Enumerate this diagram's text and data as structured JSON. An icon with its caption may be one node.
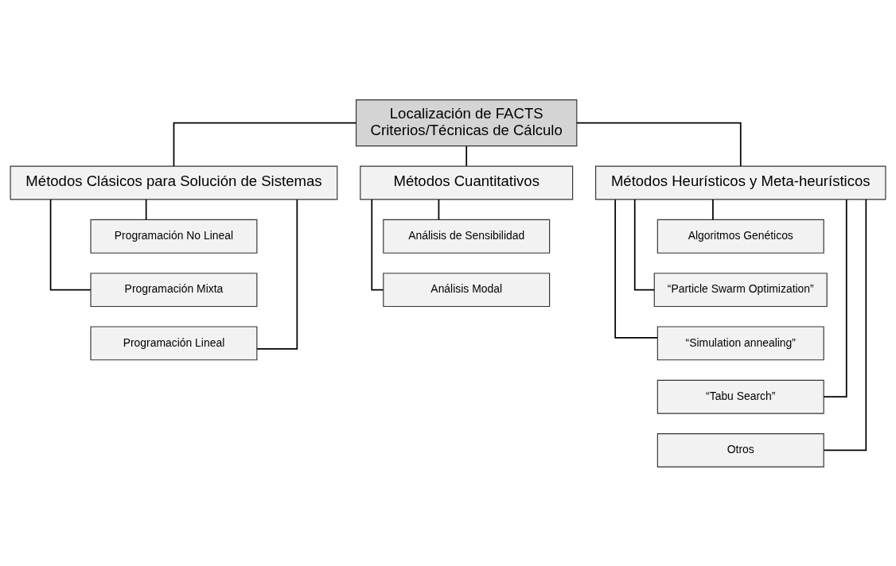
{
  "diagram": {
    "nodes": [
      {
        "text": [
          "Localización de FACTS",
          "Criterios/Técnicas de Cálculo"
        ]
      },
      {
        "text": [
          "Métodos Clásicos para Solución de Sistemas"
        ]
      },
      {
        "text": [
          "Métodos Cuantitativos"
        ]
      },
      {
        "text": [
          "Métodos Heurísticos y Meta-heurísticos"
        ]
      },
      {
        "text": [
          "Programación No Lineal"
        ]
      },
      {
        "text": [
          "Programación Mixta"
        ]
      },
      {
        "text": [
          "Programación Lineal"
        ]
      },
      {
        "text": [
          "Análisis de Sensibilidad"
        ]
      },
      {
        "text": [
          "Análisis Modal"
        ]
      },
      {
        "text": [
          "Algoritmos Genéticos"
        ]
      },
      {
        "text": [
          "“Particle Swarm Optimization”"
        ]
      },
      {
        "text": [
          "“Simulation annealing”"
        ]
      },
      {
        "text": [
          "“Tabu Search”"
        ]
      },
      {
        "text": [
          "Otros"
        ]
      }
    ],
    "edges": [
      {
        "from": 0,
        "to": 1,
        "arrow": "none"
      },
      {
        "from": 0,
        "to": 2,
        "arrow": "none"
      },
      {
        "from": 0,
        "to": 3,
        "arrow": "none"
      },
      {
        "from": 1,
        "to": 4,
        "arrow": "none"
      },
      {
        "from": 1,
        "to": 5,
        "arrow": "none"
      },
      {
        "from": 1,
        "to": 6,
        "arrow": "none"
      },
      {
        "from": 2,
        "to": 7,
        "arrow": "none"
      },
      {
        "from": 2,
        "to": 8,
        "arrow": "none"
      },
      {
        "from": 3,
        "to": 9,
        "arrow": "none"
      },
      {
        "from": 3,
        "to": 10,
        "arrow": "none"
      },
      {
        "from": 3,
        "to": 11,
        "arrow": "none"
      },
      {
        "from": 3,
        "to": 12,
        "arrow": "none"
      },
      {
        "from": 3,
        "to": 13,
        "arrow": "none"
      }
    ]
  }
}
